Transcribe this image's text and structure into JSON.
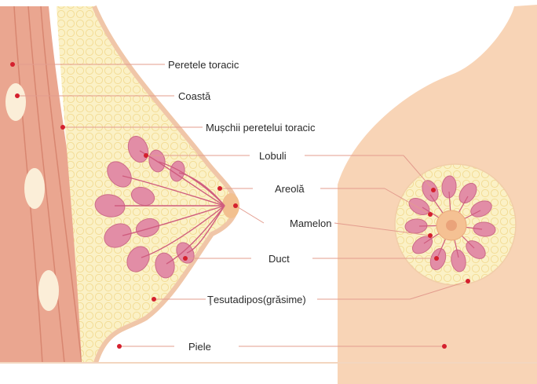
{
  "labels": {
    "chest_wall": "Peretele  toracic",
    "rib": "Coastă",
    "chest_muscles": "Mușchii peretelui toracic",
    "lobules": "Lobuli",
    "areola": "Areolă",
    "nipple": "Mamelon",
    "duct": "Duct",
    "fatty_tissue": "Ţesutadipos(grăsime)",
    "skin": "Piele"
  },
  "colors": {
    "skin": "#f7d2b3",
    "muscle": "#e7a48d",
    "fat": "#fbf1c6",
    "lobule": "#e08aa3",
    "lobule_dark": "#c95a7f",
    "leader": "#e08a7a",
    "dot": "#d4202e"
  }
}
